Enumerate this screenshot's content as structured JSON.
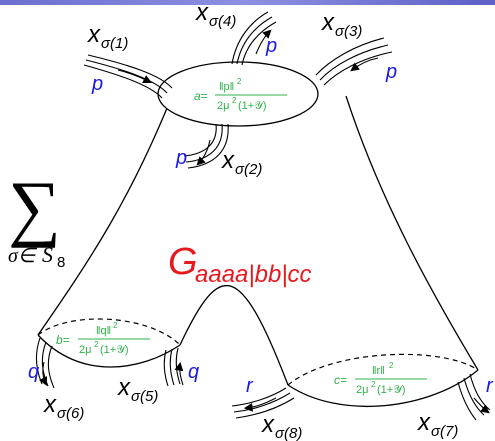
{
  "colors": {
    "title": "#e8191e",
    "momentum": "#1a1ae6",
    "vertex": "#2fb14a",
    "lines": "#000000"
  },
  "sum": {
    "symbol": "∑",
    "subscript_prefix": "σ∈",
    "subscript_set": "S",
    "subscript_index": "8"
  },
  "title": {
    "main": "G",
    "sub": "aaaa|bb|cc"
  },
  "legs": [
    {
      "id": "1",
      "x": "x",
      "sub": "σ(1)",
      "momentum": "p"
    },
    {
      "id": "2",
      "x": "x",
      "sub": "σ(2)",
      "momentum": "p"
    },
    {
      "id": "3",
      "x": "x",
      "sub": "σ(3)",
      "momentum": "p"
    },
    {
      "id": "4",
      "x": "x",
      "sub": "σ(4)",
      "momentum": "p"
    },
    {
      "id": "5",
      "x": "x",
      "sub": "σ(5)",
      "momentum": "q"
    },
    {
      "id": "6",
      "x": "x",
      "sub": "σ(6)",
      "momentum": "q"
    },
    {
      "id": "7",
      "x": "x",
      "sub": "σ(7)",
      "momentum": "r"
    },
    {
      "id": "8",
      "x": "x",
      "sub": "σ(8)",
      "momentum": "r"
    }
  ],
  "vertices": {
    "a": {
      "lhs": "a=",
      "num": "‖p‖",
      "num_exp": "2",
      "den_a": "2μ",
      "den_exp": "2",
      "den_b": "(1+𝒴)"
    },
    "b": {
      "lhs": "b=",
      "num": "‖q‖",
      "num_exp": "2",
      "den_a": "2μ",
      "den_exp": "2",
      "den_b": "(1+𝒴)"
    },
    "c": {
      "lhs": "c=",
      "num": "‖r‖",
      "num_exp": "2",
      "den_a": "2μ",
      "den_exp": "2",
      "den_b": "(1+𝒴)"
    }
  }
}
